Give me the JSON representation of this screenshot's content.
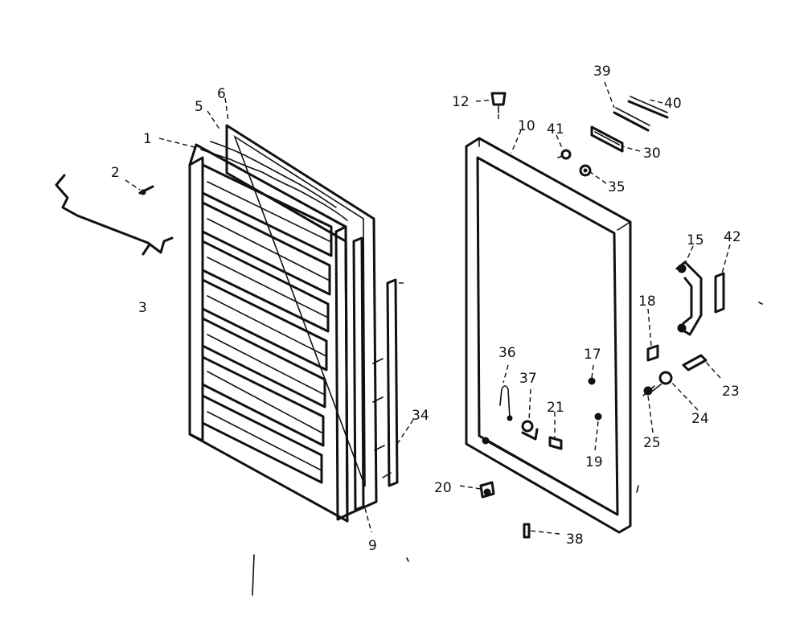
{
  "callouts": {
    "c1": "1",
    "c2": "2",
    "c3": "3",
    "c5": "5",
    "c6": "6",
    "c9": "9",
    "c10": "10",
    "c12": "12",
    "c15": "15",
    "c17": "17",
    "c18": "18",
    "c19": "19",
    "c20": "20",
    "c21": "21",
    "c23": "23",
    "c24": "24",
    "c25": "25",
    "c30": "30",
    "c34": "34",
    "c35": "35",
    "c36": "36",
    "c37": "37",
    "c38": "38",
    "c39": "39",
    "c40": "40",
    "c41": "41",
    "c42": "42"
  },
  "colors": {
    "ink": "#111111",
    "paper": "#ffffff"
  }
}
